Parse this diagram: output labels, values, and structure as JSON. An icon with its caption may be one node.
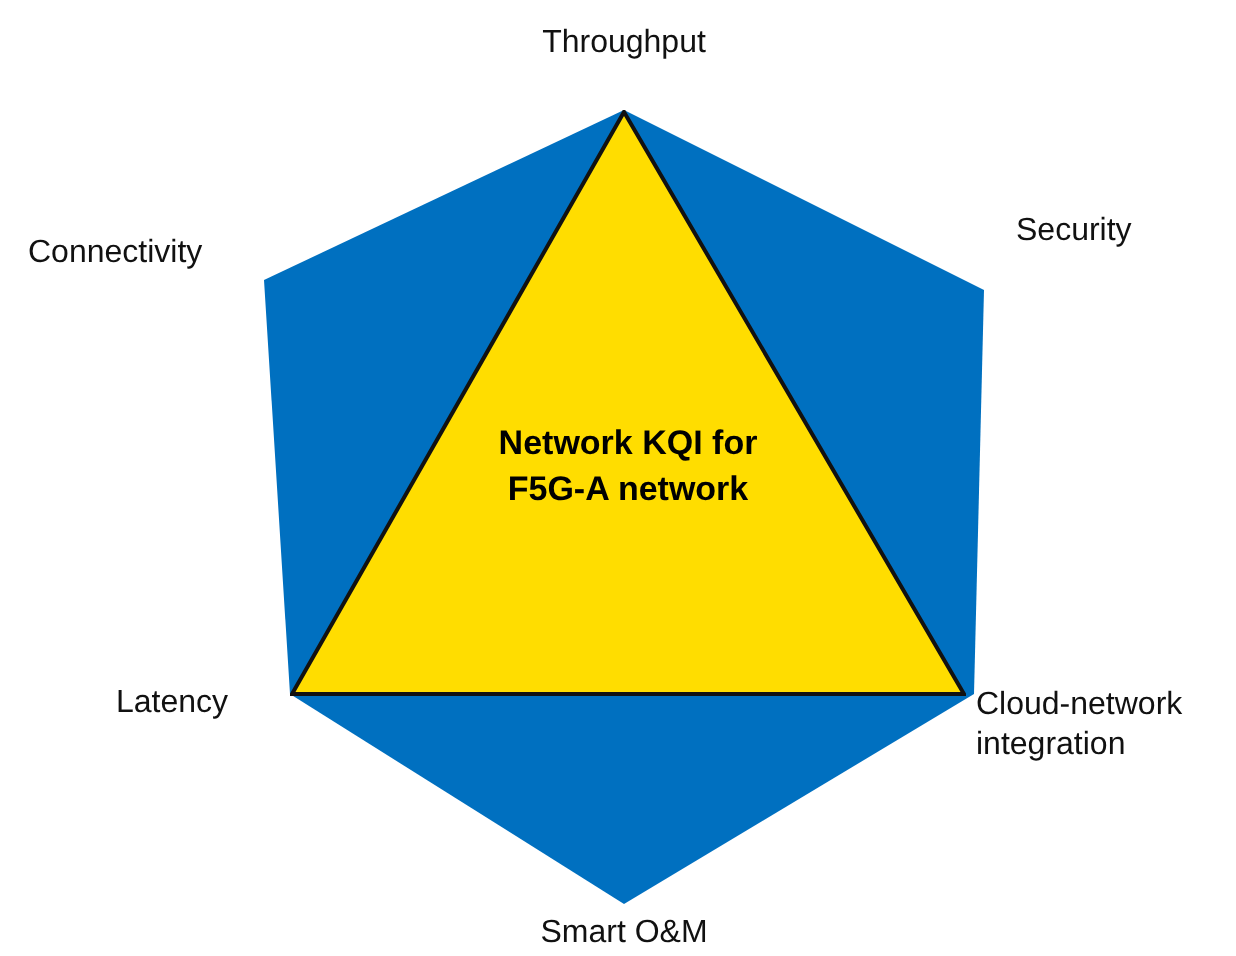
{
  "diagram": {
    "nodes": [
      {
        "text": [
          "Network KQI for F5G-A network"
        ]
      }
    ],
    "labels": [
      "Throughput",
      "Connectivity",
      "Security",
      "Latency",
      "Cloud-network integration",
      "Smart O&M"
    ]
  }
}
